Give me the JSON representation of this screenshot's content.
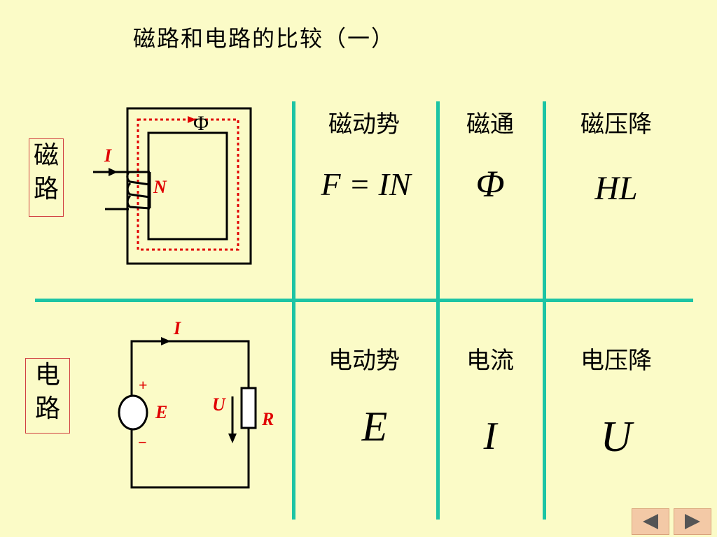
{
  "title": "磁路和电路的比较（一）",
  "magnetic_row": {
    "label_line1": "磁",
    "label_line2": "路",
    "headers": [
      "磁动势",
      "磁通",
      "磁压降"
    ],
    "formulas": [
      "F = IN",
      "Φ",
      "HL"
    ],
    "diagram_labels": {
      "current": "I",
      "turns": "N",
      "flux": "Φ"
    }
  },
  "electric_row": {
    "label_line1": "电",
    "label_line2": "路",
    "headers": [
      "电动势",
      "电流",
      "电压降"
    ],
    "formulas": [
      "E",
      "I",
      "U"
    ],
    "diagram_labels": {
      "current": "I",
      "plus": "+",
      "minus": "−",
      "emf": "E",
      "voltage": "U",
      "resistor": "R"
    }
  },
  "colors": {
    "background": "#fbfbc7",
    "divider": "#1cc4a4",
    "label_red": "#e00000",
    "nav_fill": "#f3c9a6"
  },
  "icons": {
    "prev": "triangle-left-icon",
    "next": "triangle-right-icon"
  }
}
